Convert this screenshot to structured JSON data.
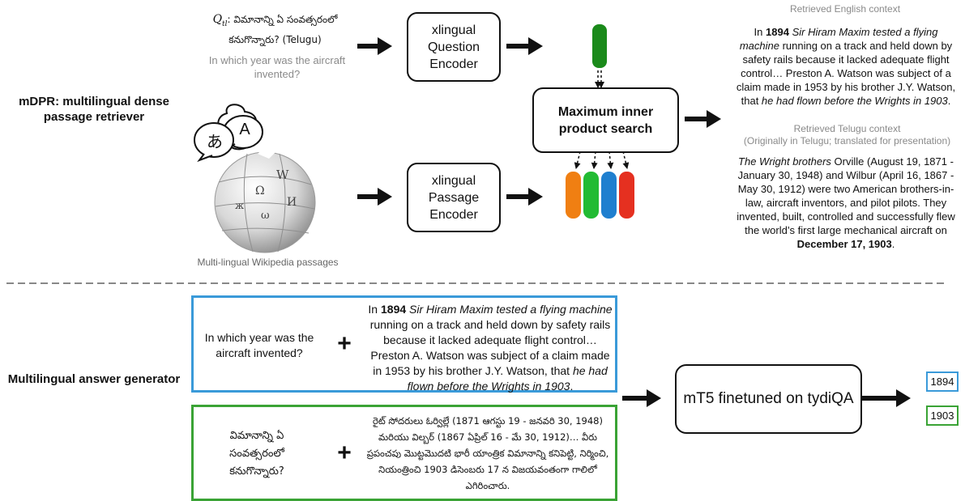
{
  "retriever": {
    "section_label": "mDPR: multilingual dense passage retriever",
    "query_prefix": "Q",
    "query_subscript": "tl",
    "query_telugu": ": విమానాన్ని ఏ సంవత్సరంలో",
    "query_telugu_line2": "కనుగొన్నారు? (Telugu)",
    "query_english": "In which year was the aircraft invented?",
    "question_encoder": "xlingual Question Encoder",
    "passage_encoder": "xlingual Passage Encoder",
    "mips": "Maximum inner product search",
    "wiki_caption": "Multi-lingual Wikipedia passages",
    "speech_left": "あ",
    "speech_right": "A",
    "english_context_title": "Retrieved English context",
    "english_ctx": {
      "p1": "In ",
      "year": "1894",
      "p2": " ",
      "it1": "Sir Hiram Maxim tested a flying machine",
      "p3": " running on a track and held down by safety rails because it lacked adequate flight control… Preston A. Watson was subject of a claim made in 1953 by his brother J.Y. Watson, that ",
      "it2": "he had flown before the Wrights in 1903",
      "p4": "."
    },
    "telugu_context_title": "Retrieved Telugu context",
    "telugu_context_note": "(Originally in Telugu; translated for presentation)",
    "telugu_ctx": {
      "it1": "The Wright brothers",
      "p1": " Orville (August 19, 1871 - January 30, 1948) and Wilbur (April 16, 1867 - May 30, 1912) were two American brothers-in-law, aircraft inventors, and pilot pilots. They invented, built, controlled and successfully flew the world’s first large mechanical aircraft on ",
      "date": "December 17, 1903",
      "p2": "."
    },
    "bar_colors": [
      "#f07f12",
      "#22bb33",
      "#1f7fcf",
      "#e53020"
    ],
    "query_bar_color": "#1a8a1a"
  },
  "generator": {
    "section_label": "Multilingual answer generator",
    "q1": "In which year was the aircraft invented?",
    "plus": "+",
    "p1": {
      "a": "In ",
      "year": "1894",
      "b": " ",
      "it1": "Sir Hiram Maxim tested a flying machine",
      "c": " running on a track and held down by safety rails because it lacked adequate flight control… Preston A. Watson was subject of a claim made in 1953 by his brother J.Y. Watson, that ",
      "it2": "he had flown before the Wrights in 1903",
      "d": "."
    },
    "q2": "విమానాన్ని ఏ సంవత్సరంలో కనుగొన్నారు?",
    "p2": "రైట్ సోదరులు ఓర్విల్లే (1871 ఆగస్టు 19 - జనవరి 30, 1948) మరియు విల్బర్ (1867 ఏప్రిల్ 16 - మే 30, 1912)… వీరు ప్రపంచపు మొట్టమొదటి భారీ యాంత్రిక విమానాన్ని కనిపెట్టి, నిర్మించి, నియంత్రించి 1903 డిసెంబరు 17 న విజయవంతంగా గాలిలో ఎగిరించారు.",
    "model": "mT5 finetuned on tydiQA",
    "answer1": "1894",
    "answer2": "1903",
    "blue": "#3a9ad9",
    "green": "#3aa335"
  }
}
